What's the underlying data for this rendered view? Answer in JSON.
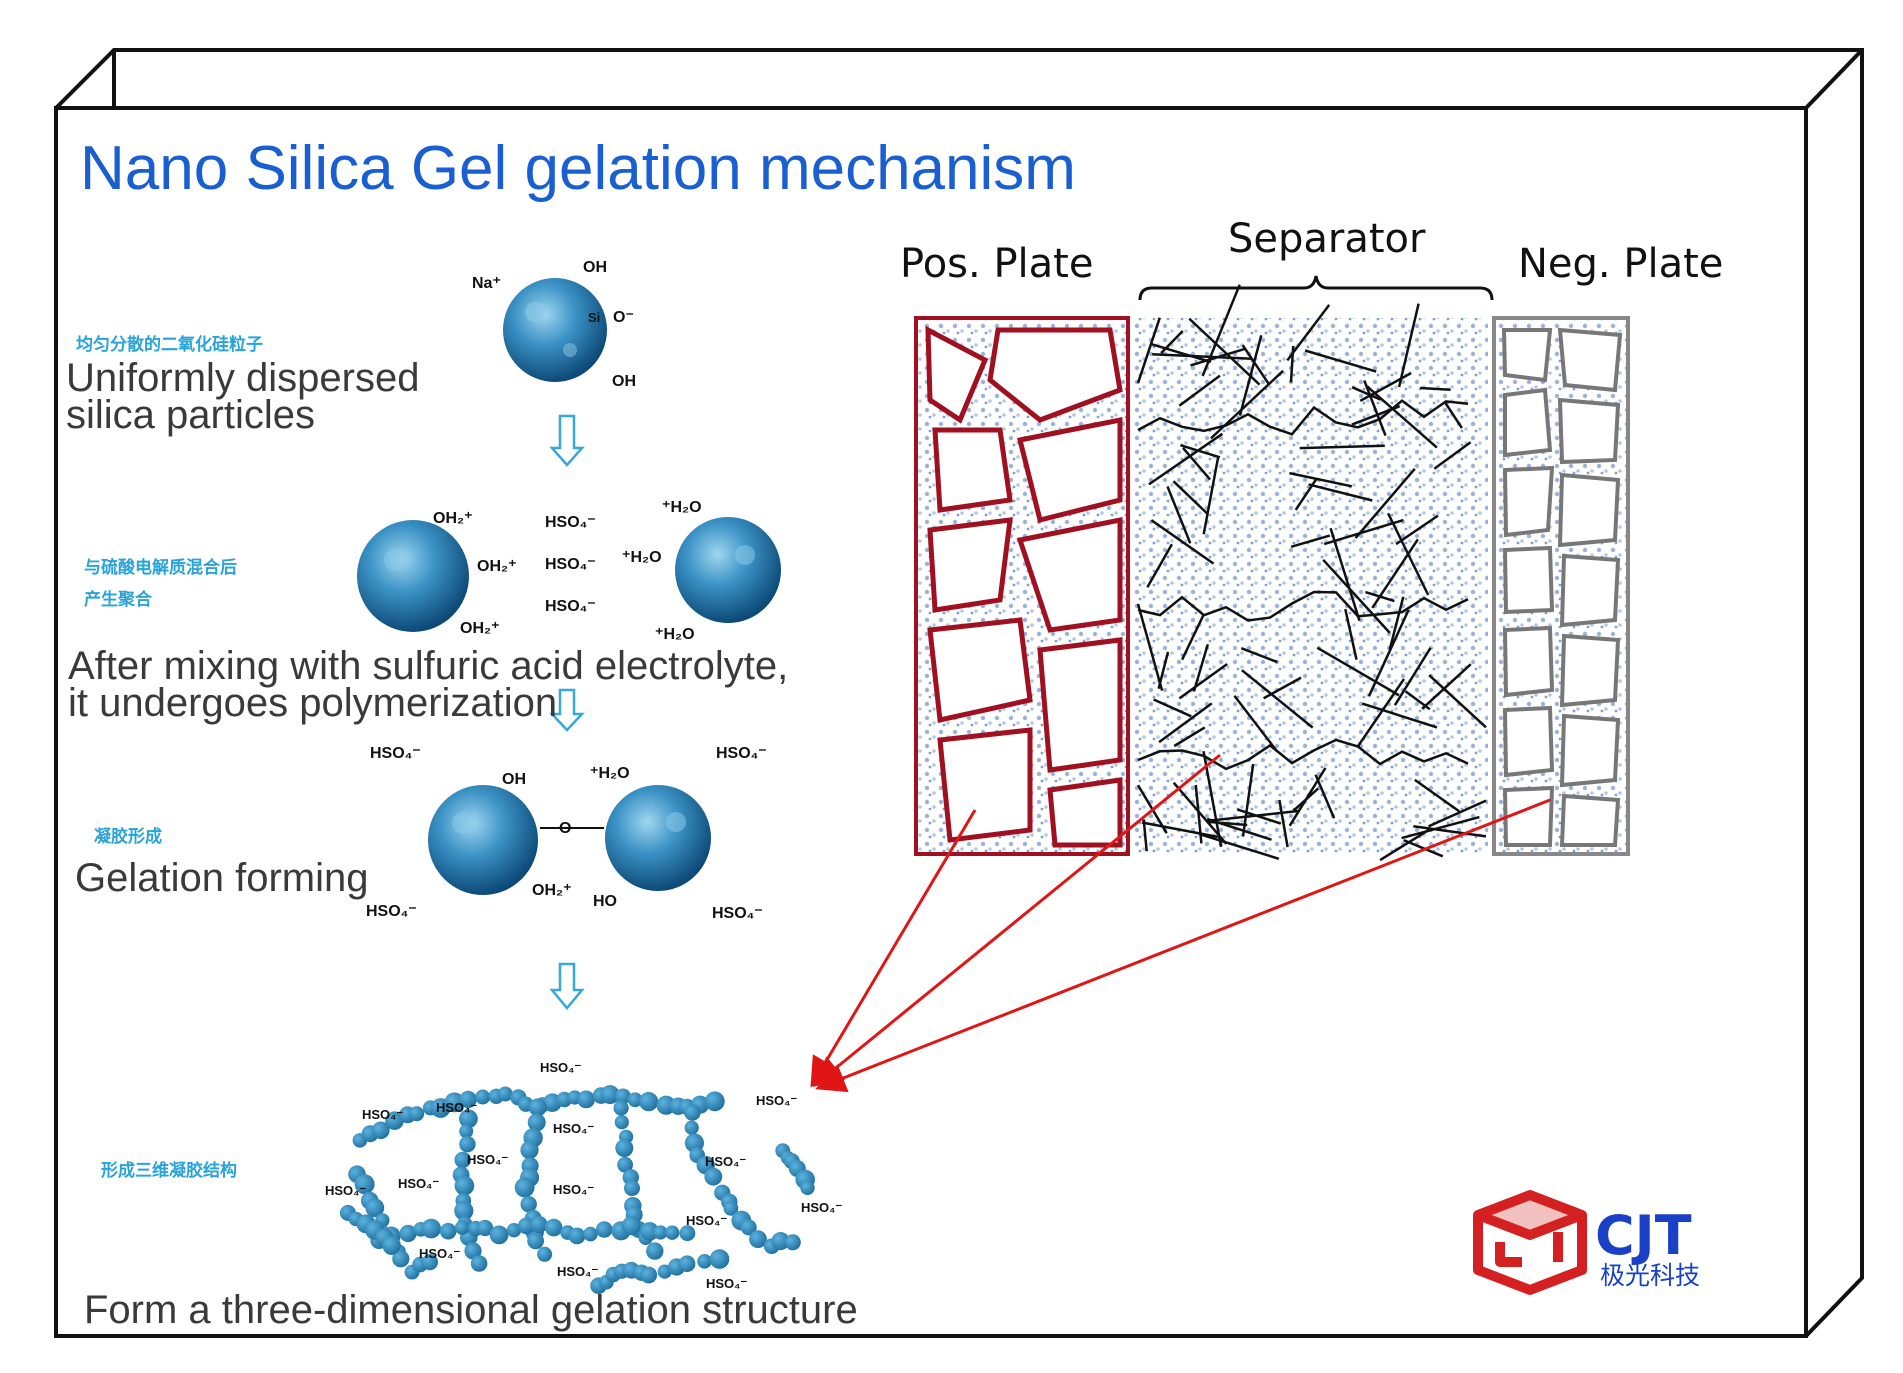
{
  "title": "Nano Silica Gel gelation mechanism",
  "steps": [
    {
      "cn": "均匀分散的二氧化硅粒子",
      "en_line1": "Uniformly dispersed",
      "en_line2": "silica particles"
    },
    {
      "cn_line1": "与硫酸电解质混合后",
      "cn_line2": "产生聚合",
      "en_line1": "After mixing with sulfuric acid electrolyte,",
      "en_line2": "it undergoes polymerization"
    },
    {
      "cn": "凝胶形成",
      "en_line1": "Gelation forming"
    },
    {
      "cn": "形成三维凝胶结构",
      "en_line1": "Form a three-dimensional gelation structure"
    }
  ],
  "chem": {
    "na": "Na⁺",
    "oh": "OH",
    "o_minus": "O⁻",
    "si": "Si",
    "o": "O",
    "oh2_plus": "OH₂⁺",
    "h2o_plus": "⁺H₂O",
    "hso4": "HSO₄⁻",
    "ho": "HO"
  },
  "battery": {
    "pos_label": "Pos. Plate",
    "separator_label": "Separator",
    "neg_label": "Neg. Plate"
  },
  "logo": {
    "name": "CJT",
    "sub": "极光科技"
  },
  "colors": {
    "title": "#1a5fd1",
    "arrow_red": "#e01616",
    "pos_plate": "#a01020",
    "neg_plate": "#777777",
    "silica": "#2f86b8",
    "down_arrow": "#38a8d8",
    "logo_red": "#d42020",
    "logo_blue": "#1a40c8"
  }
}
